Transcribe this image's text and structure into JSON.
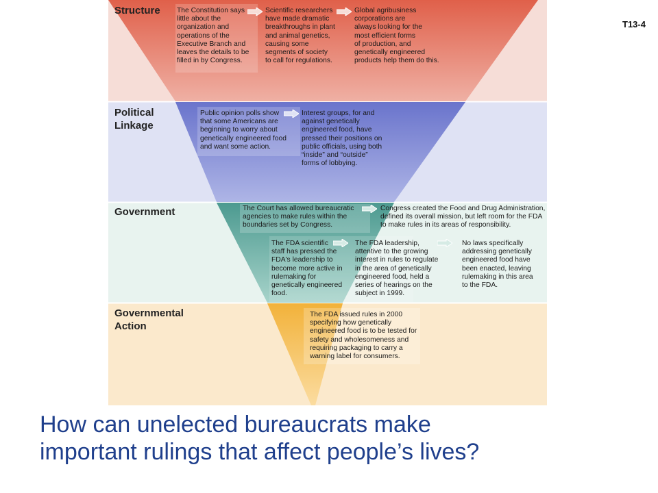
{
  "slide_id": "T13-4",
  "bands": [
    {
      "label": "Structure",
      "color": "#f6ddd7"
    },
    {
      "label": "Political\nLinkage",
      "color": "#dfe2f4"
    },
    {
      "label": "Government",
      "color": "#e8f3ef"
    },
    {
      "label": "Governmental\nAction",
      "color": "#fbe9cc"
    }
  ],
  "funnel_colors": {
    "structure": "#e06a55",
    "linkage": "#6f79cc",
    "government": "#4f9f94",
    "action": "#f3b63d"
  },
  "texts": {
    "structure_1": "The Constitution says\nlittle about the\norganization and\noperations of the\nExecutive Branch and\nleaves the details to be\nfilled in by Congress.",
    "structure_2": "Scientific researchers\nhave made dramatic\nbreakthroughs in plant\nand animal genetics,\ncausing some\nsegments of society\nto call for regulations.",
    "structure_3": "Global agribusiness\ncorporations are\nalways looking for the\nmost efficient forms\nof production, and\ngenetically engineered\nproducts help them do this.",
    "linkage_1": "Public opinion polls show\nthat some Americans are\nbeginning to worry about\ngenetically engineered food\nand want some action.",
    "linkage_2": "Interest groups, for and\nagainst genetically\nengineered food, have\npressed their positions on\npublic officials, using both\n“inside” and “outside”\nforms of lobbying.",
    "gov_1": "The Court has allowed bureaucratic\nagencies to make rules within the\nboundaries set by Congress.",
    "gov_2": "Congress created the Food and Drug Administration,\ndefined its overall mission, but left room for the FDA\nto make rules in its areas of responsibility.",
    "gov_3": "The FDA scientific\nstaff has pressed the\nFDA's leadership to\nbecome more active in\nrulemaking for\ngenetically engineered\nfood.",
    "gov_4": "The FDA leadership,\nattentive to the growing\ninterest in rules to regulate\nin the area of genetically\nengineered food, held a\nseries of hearings on the\nsubject in 1999.",
    "gov_5": "No laws specifically\naddressing genetically\nengineered food have\nbeen enacted, leaving\nrulemaking in this area\nto the FDA.",
    "action_1": "The FDA issued rules in 2000\nspecifying how genetically\nengineered food is to be tested for\nsafety and wholesomeness and\nrequiring packaging to carry a\nwarning label for consumers."
  },
  "question": {
    "line1": "How can unelected bureaucrats make",
    "line2": "important rulings that affect people’s lives?"
  }
}
